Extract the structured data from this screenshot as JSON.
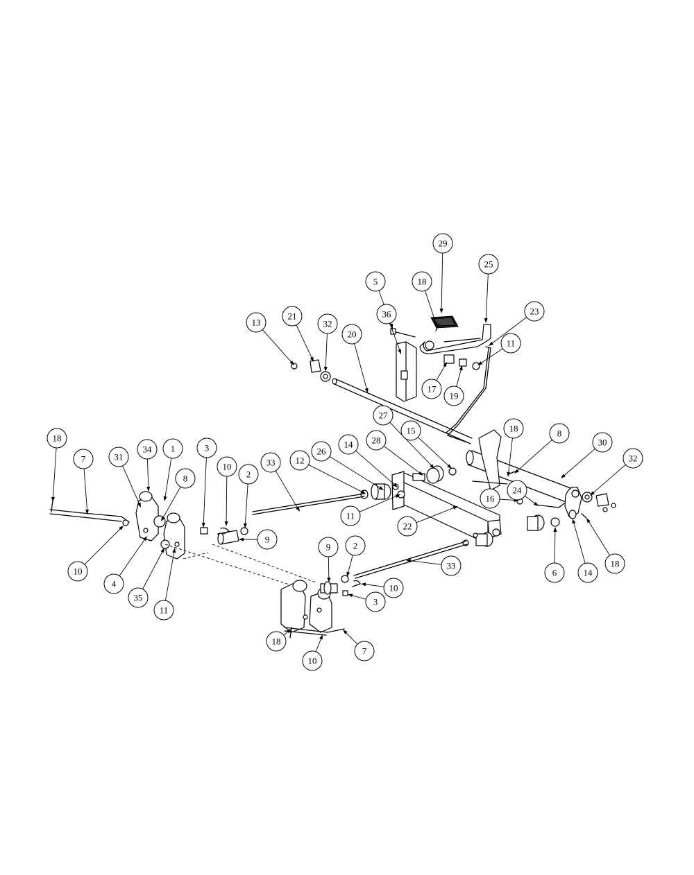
{
  "diagram": {
    "type": "exploded-parts-diagram",
    "callouts": [
      {
        "id": "c29",
        "label": "29"
      },
      {
        "id": "c25",
        "label": "25"
      },
      {
        "id": "c5",
        "label": "5"
      },
      {
        "id": "c18a",
        "label": "18"
      },
      {
        "id": "c23",
        "label": "23"
      },
      {
        "id": "c36",
        "label": "36"
      },
      {
        "id": "c13",
        "label": "13"
      },
      {
        "id": "c21",
        "label": "21"
      },
      {
        "id": "c32a",
        "label": "32"
      },
      {
        "id": "c20",
        "label": "20"
      },
      {
        "id": "c11a",
        "label": "11"
      },
      {
        "id": "c17",
        "label": "17"
      },
      {
        "id": "c19",
        "label": "19"
      },
      {
        "id": "c27",
        "label": "27"
      },
      {
        "id": "c15",
        "label": "15"
      },
      {
        "id": "c18b",
        "label": "18"
      },
      {
        "id": "c8a",
        "label": "8"
      },
      {
        "id": "c30",
        "label": "30"
      },
      {
        "id": "c32b",
        "label": "32"
      },
      {
        "id": "c18c",
        "label": "18"
      },
      {
        "id": "c7a",
        "label": "7"
      },
      {
        "id": "c31",
        "label": "31"
      },
      {
        "id": "c34",
        "label": "34"
      },
      {
        "id": "c1",
        "label": "1"
      },
      {
        "id": "c3a",
        "label": "3"
      },
      {
        "id": "c10a",
        "label": "10"
      },
      {
        "id": "c2a",
        "label": "2"
      },
      {
        "id": "c33a",
        "label": "33"
      },
      {
        "id": "c12",
        "label": "12"
      },
      {
        "id": "c26",
        "label": "26"
      },
      {
        "id": "c14a",
        "label": "14"
      },
      {
        "id": "c28",
        "label": "28"
      },
      {
        "id": "c8b",
        "label": "8"
      },
      {
        "id": "c16",
        "label": "16"
      },
      {
        "id": "c24",
        "label": "24"
      },
      {
        "id": "c9a",
        "label": "9"
      },
      {
        "id": "c11b",
        "label": "11"
      },
      {
        "id": "c22",
        "label": "22"
      },
      {
        "id": "c10b",
        "label": "10"
      },
      {
        "id": "c4",
        "label": "4"
      },
      {
        "id": "c35",
        "label": "35"
      },
      {
        "id": "c11c",
        "label": "11"
      },
      {
        "id": "c6",
        "label": "6"
      },
      {
        "id": "c14b",
        "label": "14"
      },
      {
        "id": "c18d",
        "label": "18"
      },
      {
        "id": "c9b",
        "label": "9"
      },
      {
        "id": "c2b",
        "label": "2"
      },
      {
        "id": "c33b",
        "label": "33"
      },
      {
        "id": "c10c",
        "label": "10"
      },
      {
        "id": "c3b",
        "label": "3"
      },
      {
        "id": "c18e",
        "label": "18"
      },
      {
        "id": "c7b",
        "label": "7"
      },
      {
        "id": "c10d",
        "label": "10"
      }
    ]
  }
}
